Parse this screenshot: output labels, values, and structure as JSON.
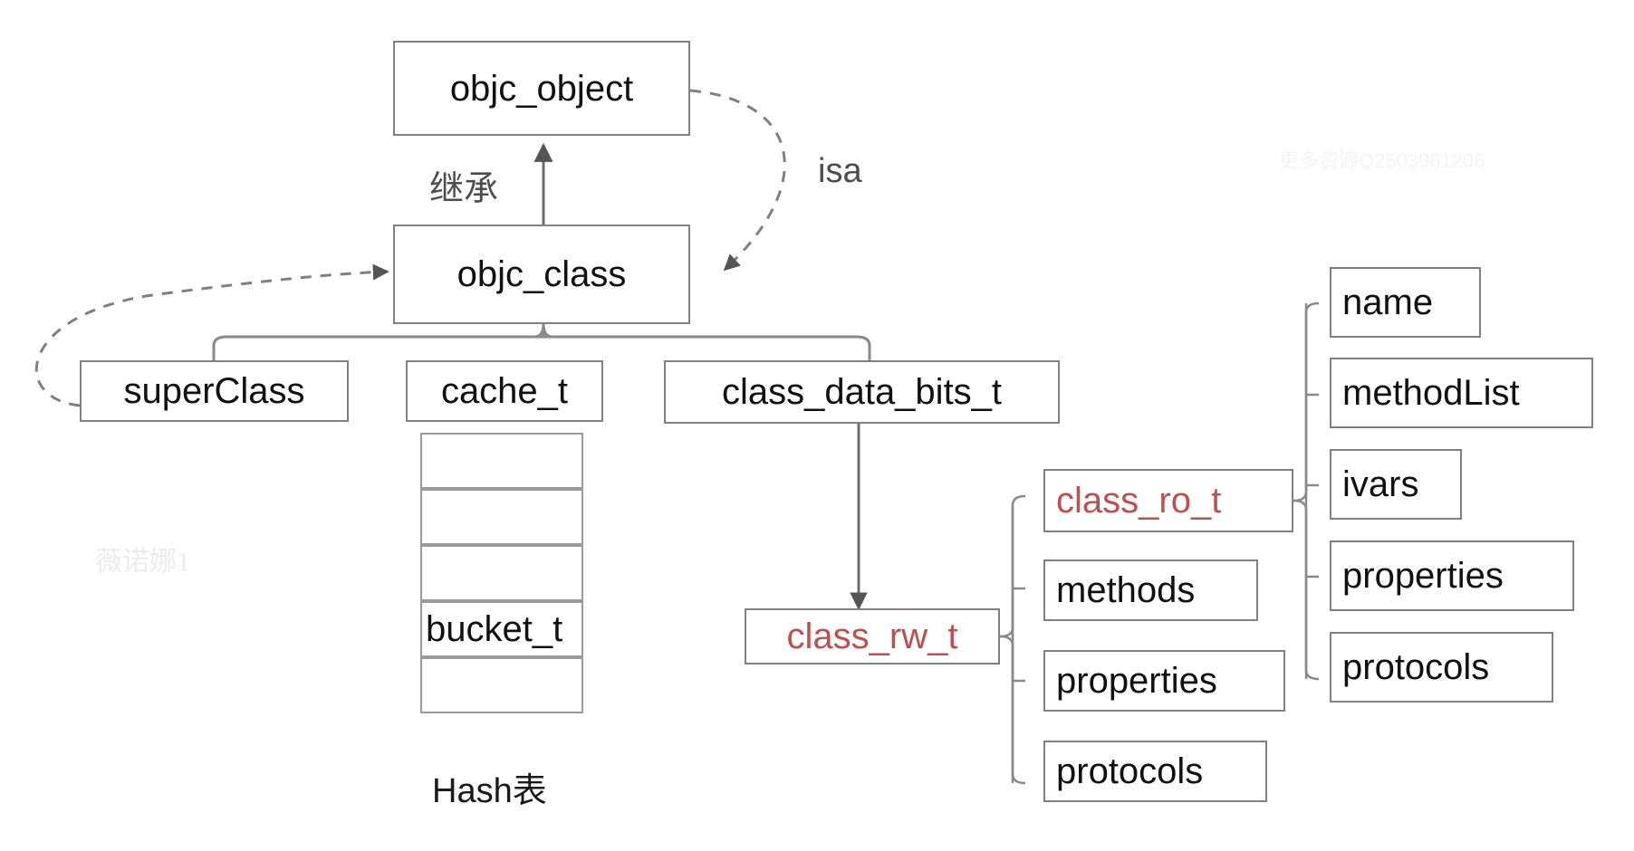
{
  "diagram": {
    "title_nodes": {
      "objc_object": "objc_object",
      "objc_class": "objc_class",
      "superClass": "superClass",
      "cache_t": "cache_t",
      "class_data_bits_t": "class_data_bits_t",
      "class_rw_t": "class_rw_t",
      "class_ro_t": "class_ro_t"
    },
    "edge_labels": {
      "inherit": "继承",
      "isa": "isa"
    },
    "hash_table": {
      "caption": "Hash表",
      "cells": [
        "",
        "",
        "",
        "bucket_t",
        ""
      ]
    },
    "rw_children": [
      {
        "label": "class_ro_t",
        "color": "#c0504d"
      },
      {
        "label": "methods",
        "color": "#111111"
      },
      {
        "label": "properties",
        "color": "#111111"
      },
      {
        "label": "protocols",
        "color": "#111111"
      }
    ],
    "ro_children": [
      {
        "label": "name"
      },
      {
        "label": "methodList"
      },
      {
        "label": "ivars"
      },
      {
        "label": "properties"
      },
      {
        "label": "protocols"
      }
    ],
    "watermarks": {
      "left": "薇诺娜1",
      "right": "更多资源Q2503961206"
    },
    "colors": {
      "box_border": "#808080",
      "cell_border": "#9a9a9a",
      "text": "#111111",
      "red_text": "#c0504d",
      "edge": "#6e6e6e",
      "label": "#4d4d4d",
      "background": "#ffffff"
    }
  }
}
